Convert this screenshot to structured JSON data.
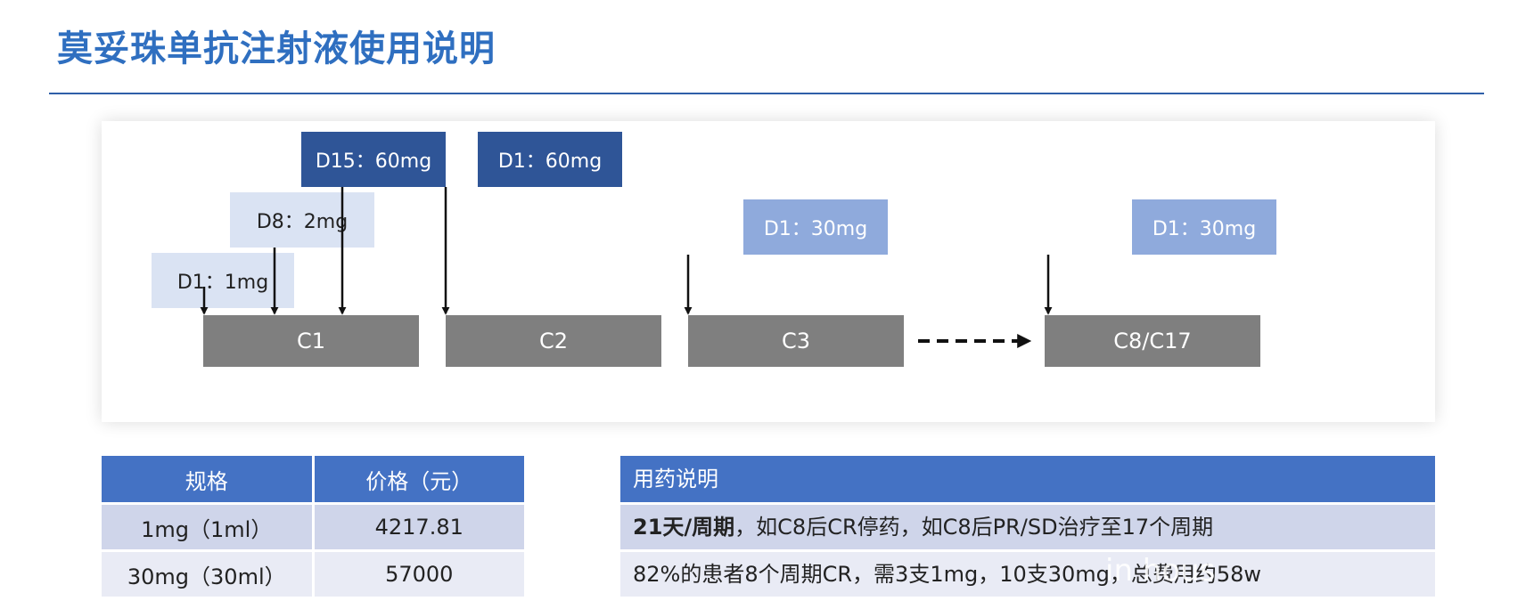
{
  "title": "莫妥珠单抗注射液使用说明",
  "diagram": {
    "cycles": [
      "C1",
      "C2",
      "C3",
      "C8/C17"
    ],
    "doses": [
      {
        "label": "D1：1mg",
        "cycle": "C1",
        "shade": "pale"
      },
      {
        "label": "D8：2mg",
        "cycle": "C1",
        "shade": "pale"
      },
      {
        "label": "D15：60mg",
        "cycle": "C1",
        "shade": "dark"
      },
      {
        "label": "D1：60mg",
        "cycle": "C2",
        "shade": "dark"
      },
      {
        "label": "D1：30mg",
        "cycle": "C3",
        "shade": "medium"
      },
      {
        "label": "D1：30mg",
        "cycle": "C8/C17",
        "shade": "medium"
      }
    ],
    "colors": {
      "pale": "#dae3f3",
      "medium": "#8faadc",
      "dark": "#2f5597",
      "cycle_box": "#7f7f7f",
      "cycle_text": "#ffffff"
    }
  },
  "spec_table": {
    "headers": [
      "规格",
      "价格（元）"
    ],
    "rows": [
      [
        "1mg（1ml）",
        "4217.81"
      ],
      [
        "30mg（30ml）",
        "57000"
      ]
    ]
  },
  "usage": {
    "header": "用药说明",
    "line1_bold": "21天/周期",
    "line1_rest": "，如C8后CR停药，如C8后PR/SD治疗至17个周期",
    "line2": "82%的患者8个周期CR，需3支1mg，10支30mg，总费用约58w"
  },
  "watermark": "in hous",
  "accent_color": "#4472c4"
}
